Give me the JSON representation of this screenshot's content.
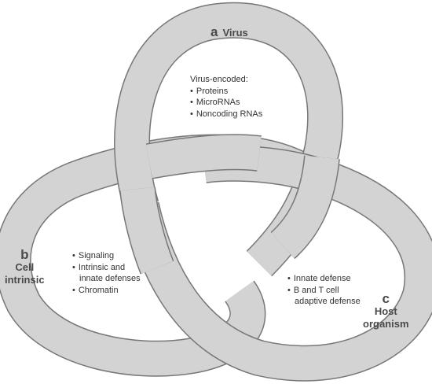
{
  "virus": {
    "letter": "a",
    "title": "Virus",
    "intro": "Virus-encoded:",
    "items": [
      "Proteins",
      "MicroRNAs",
      "Noncoding RNAs"
    ]
  },
  "cell": {
    "letter": "b",
    "title_line1": "Cell",
    "title_line2": "intrinsic",
    "items": [
      "Signaling",
      "Intrinsic and",
      "innate defenses",
      "Chromatin"
    ]
  },
  "host": {
    "letter": "c",
    "title_line1": "Host",
    "title_line2": "organism",
    "items": [
      "Innate defense",
      "B and T cell",
      "adaptive defense"
    ]
  },
  "colors": {
    "band_fill": "#d4d4d4",
    "band_stroke": "#777777"
  }
}
